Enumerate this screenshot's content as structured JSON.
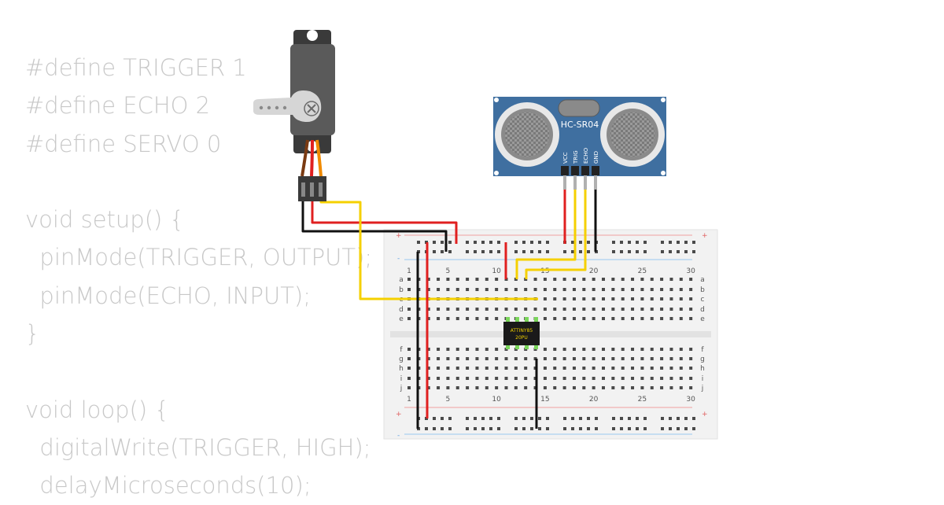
{
  "code_lines": [
    "#define TRIGGER 1",
    "#define ECHO 2",
    "#define SERVO 0",
    "",
    "void setup() {",
    "  pinMode(TRIGGER, OUTPUT);",
    "  pinMode(ECHO, INPUT);",
    "}",
    "",
    "void loop() {",
    "  digitalWrite(TRIGGER, HIGH);",
    "  delayMicroseconds(10);"
  ],
  "sensor": {
    "label": "HC-SR04",
    "pins": [
      "VCC",
      "TRIG",
      "ECHO",
      "GND"
    ]
  },
  "chip": {
    "line1": "ATTINY85",
    "line2": "20PU"
  },
  "breadboard": {
    "column_numbers": [
      "1",
      "5",
      "10",
      "15",
      "20",
      "25",
      "30"
    ],
    "rows_top": [
      "a",
      "b",
      "c",
      "d",
      "e"
    ],
    "rows_bottom": [
      "f",
      "g",
      "h",
      "i",
      "j"
    ],
    "rail_plus": "+",
    "rail_minus": "-"
  },
  "colors": {
    "wire_red": "#e02020",
    "wire_black": "#111111",
    "wire_yellow": "#f5d000",
    "sensor_blue": "#3f6fa0",
    "breadboard": "#f2f2f2"
  }
}
